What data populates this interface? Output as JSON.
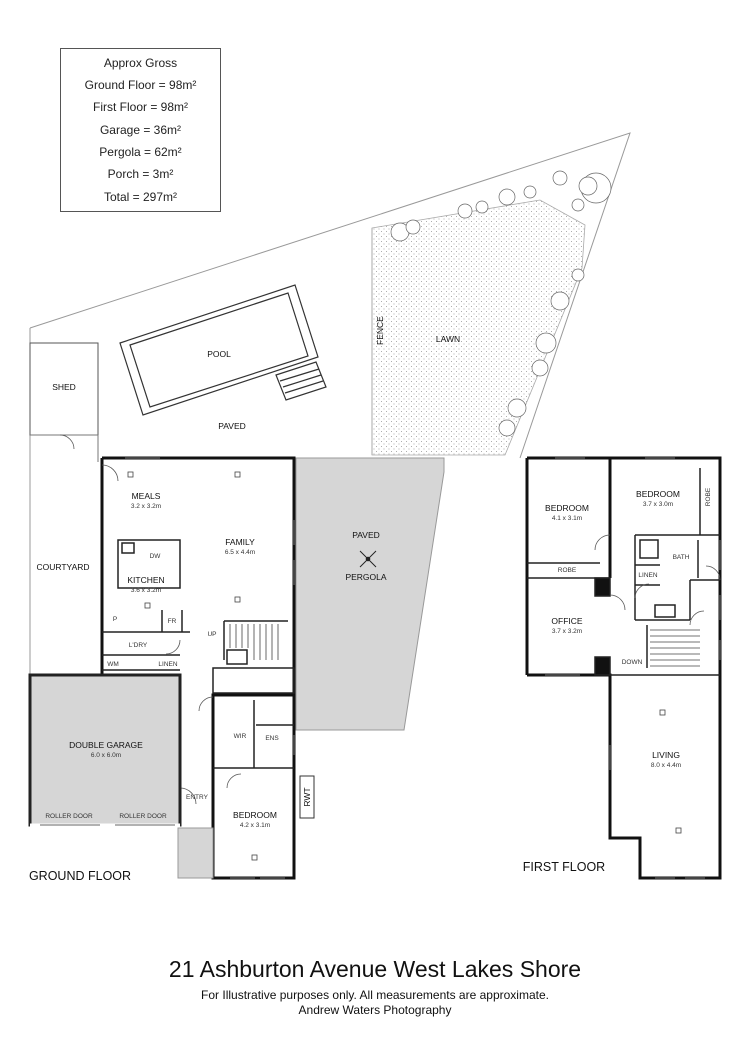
{
  "areas": {
    "heading": "Approx Gross",
    "lines": [
      "Ground Floor = 98m²",
      "First Floor = 98m²",
      "Garage = 36m²",
      "Pergola = 62m²",
      "Porch = 3m²",
      "Total = 297m²"
    ]
  },
  "site": {
    "pool": "POOL",
    "paved_top": "PAVED",
    "lawn": "LAWN",
    "fence": "FENCE",
    "shed": "SHED",
    "courtyard": "COURTYARD",
    "pergola_paved": "PAVED",
    "pergola": "PERGOLA",
    "rwt": "RWT"
  },
  "ground_floor": {
    "label": "GROUND FLOOR",
    "meals": "MEALS",
    "meals_dim": "3.2 x 3.2m",
    "family": "FAMILY",
    "family_dim": "6.5 x 4.4m",
    "kitchen": "KITCHEN",
    "kitchen_dim": "3.6 x 3.2m",
    "dw": "DW",
    "p": "P",
    "fr": "FR",
    "laundry": "L'DRY",
    "wm": "WM",
    "linen": "LINEN",
    "up": "UP",
    "garage": "DOUBLE GARAGE",
    "garage_dim": "6.0 x 6.0m",
    "roller_door_left": "ROLLER DOOR",
    "roller_door_right": "ROLLER DOOR",
    "entry": "ENTRY",
    "wir": "WIR",
    "ens": "ENS",
    "bedroom": "BEDROOM",
    "bedroom_dim": "4.2 x 3.1m"
  },
  "first_floor": {
    "label": "FIRST FLOOR",
    "bedroom1": "BEDROOM",
    "bedroom1_dim": "4.1 x 3.1m",
    "robe1": "ROBE",
    "bedroom2": "BEDROOM",
    "bedroom2_dim": "3.7 x 3.0m",
    "robe2": "ROBE",
    "bath": "BATH",
    "linen": "LINEN",
    "office": "OFFICE",
    "office_dim": "3.7 x 3.2m",
    "down": "DOWN",
    "living": "LIVING",
    "living_dim": "8.0 x 4.4m"
  },
  "footer": {
    "title": "21 Ashburton Avenue West Lakes Shore",
    "disclaimer": "For Illustrative purposes only.  All measurements are approximate.",
    "credit": "Andrew Waters Photography"
  }
}
